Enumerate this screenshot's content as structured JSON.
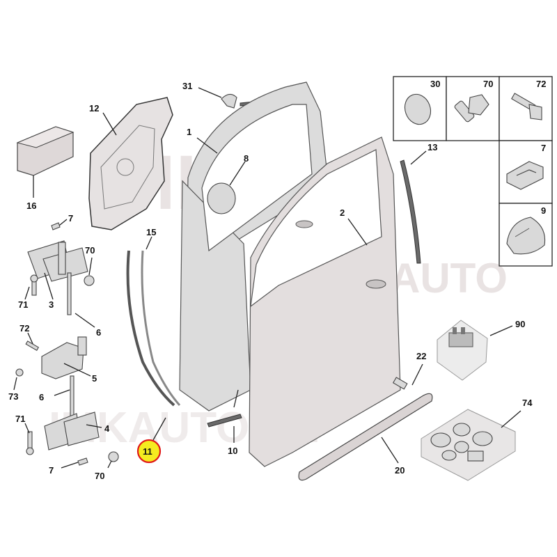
{
  "watermark": {
    "top_text": "IMKA",
    "mid_text": "AUTO",
    "bottom_text": "IMKAUTO.EE"
  },
  "callouts": {
    "c1": "1",
    "c2": "2",
    "c3": "3",
    "c4": "4",
    "c5": "5",
    "c6a": "6",
    "c6b": "6",
    "c7a": "7",
    "c7b": "7",
    "c7box": "7",
    "c9box": "9",
    "c10": "10",
    "c11": "11",
    "c12": "12",
    "c13": "13",
    "c15": "15",
    "c16": "16",
    "c20": "20",
    "c22": "22",
    "c30box": "30",
    "c31": "31",
    "c70a": "70",
    "c70b": "70",
    "c70box": "70",
    "c71a": "71",
    "c71b": "71",
    "c72a": "72",
    "c72box": "72",
    "c73": "73",
    "c74": "74",
    "c90": "90",
    "c8": "8"
  },
  "highlighted_callout": "11",
  "colors": {
    "highlight_fill": "#f5ec20",
    "highlight_ring": "#e01818",
    "part_fill": "#d9d9d9",
    "door_fill": "#e3dede"
  }
}
